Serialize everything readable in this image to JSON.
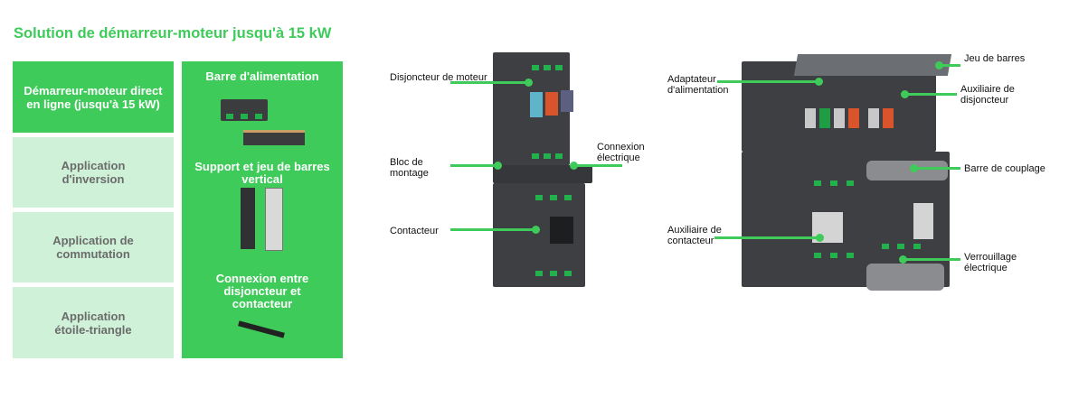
{
  "title": "Solution de démarreur-moteur jusqu'à 15 kW",
  "applications": [
    {
      "label": "Démarreur-moteur direct en ligne (jusqu'à 15 kW)",
      "active": true
    },
    {
      "label": "Application d'inversion",
      "active": false
    },
    {
      "label": "Application de commutation",
      "active": false
    },
    {
      "label": "Application étoile-triangle",
      "active": false
    }
  ],
  "accessories": [
    {
      "label": "Barre d'alimentation"
    },
    {
      "label": "Support et jeu de barres vertical"
    },
    {
      "label": "Connexion entre disjoncteur et contacteur"
    }
  ],
  "diagram1": {
    "labels": [
      "Disjoncteur de moteur",
      "Bloc de montage",
      "Contacteur",
      "Connexion électrique"
    ]
  },
  "diagram2": {
    "labels": [
      "Adaptateur d'alimentation",
      "Jeu de barres",
      "Auxiliaire de disjoncteur",
      "Barre de couplage",
      "Auxiliaire de contacteur",
      "Verrouillage électrique"
    ]
  },
  "colors": {
    "accent": "#3ecb5a",
    "inactive_bg": "#cff1d7"
  }
}
